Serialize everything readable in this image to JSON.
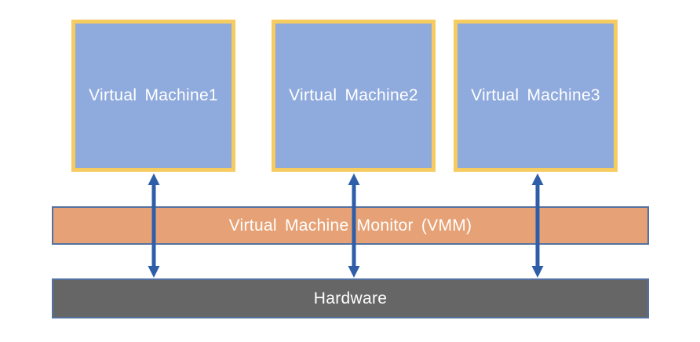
{
  "diagram": {
    "title_implied": "Virtualization architecture",
    "vm_boxes": [
      {
        "label": "Virtual Machine1"
      },
      {
        "label": "Virtual Machine2"
      },
      {
        "label": "Virtual Machine3"
      }
    ],
    "vmm_bar": {
      "label": "Virtual Machine Monitor (VMM)"
    },
    "hardware_bar": {
      "label": "Hardware"
    },
    "connectors": [
      {
        "from": "Virtual Machine1",
        "to": "Hardware",
        "type": "double-headed-arrow"
      },
      {
        "from": "Virtual Machine2",
        "to": "Hardware",
        "type": "double-headed-arrow"
      },
      {
        "from": "Virtual Machine3",
        "to": "Hardware",
        "type": "double-headed-arrow"
      }
    ]
  },
  "colors": {
    "background": "#FFFFFF",
    "vm_fill": "#8FAADC",
    "vm_border": "#F6CB5F",
    "vmm_fill": "#E6A276",
    "hardware_fill": "#666666",
    "bar_border": "#54719F",
    "arrow": "#2E5EA8",
    "label_text": "#FFFFFF"
  }
}
